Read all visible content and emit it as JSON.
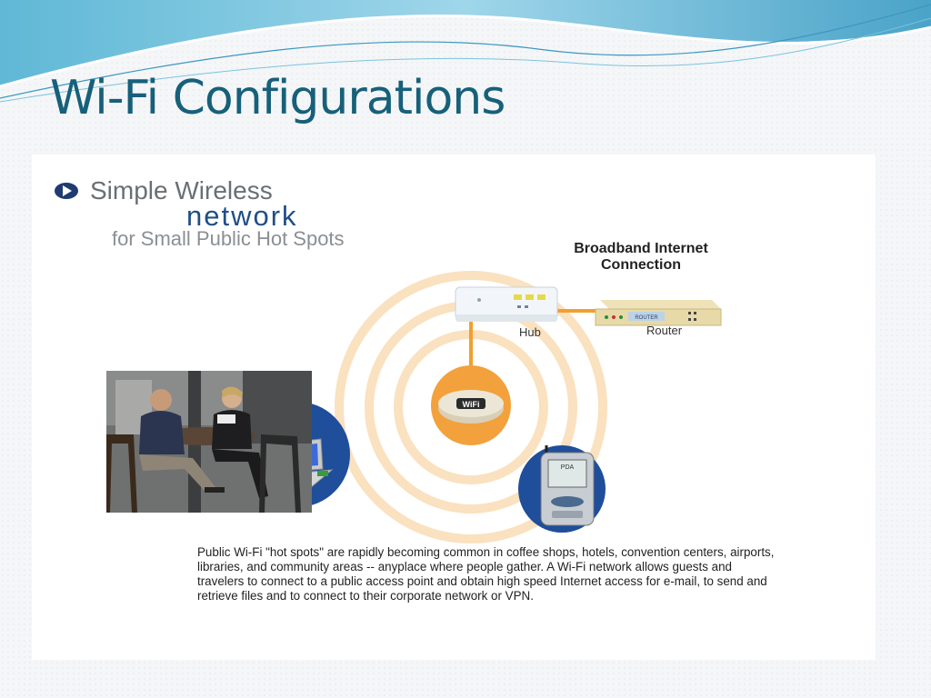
{
  "slide": {
    "title": "Wi-Fi Configurations"
  },
  "figure": {
    "heading_line1": "Simple Wireless",
    "heading_line2": "network",
    "heading_line3": "for Small Public Hot Spots",
    "broadband_label": "Broadband Internet Connection",
    "hub_label": "Hub",
    "router_label": "Router",
    "router_device_text": "ROUTER",
    "wifi_badge_text": "WiFi",
    "pda_screen_text": "PDA",
    "caption": "Public Wi-Fi \"hot spots\" are rapidly becoming common in coffee shops, hotels, convention centers, airports, libraries, and community areas -- anyplace where people gather. A Wi-Fi network allows guests and travelers to connect to a public access point and obtain high speed Internet access for e-mail, to send and retrieve files and to connect to their corporate network or VPN."
  },
  "colors": {
    "title": "#17607a",
    "link_line": "#f0a030",
    "ring": "#f3b262",
    "device_circle": "#1f4e9a",
    "heading_blue": "#1f4e86"
  },
  "icons": [
    "play-icon",
    "hub-icon",
    "router-icon",
    "wifi-access-point-icon",
    "laptop-icon",
    "pda-icon"
  ]
}
